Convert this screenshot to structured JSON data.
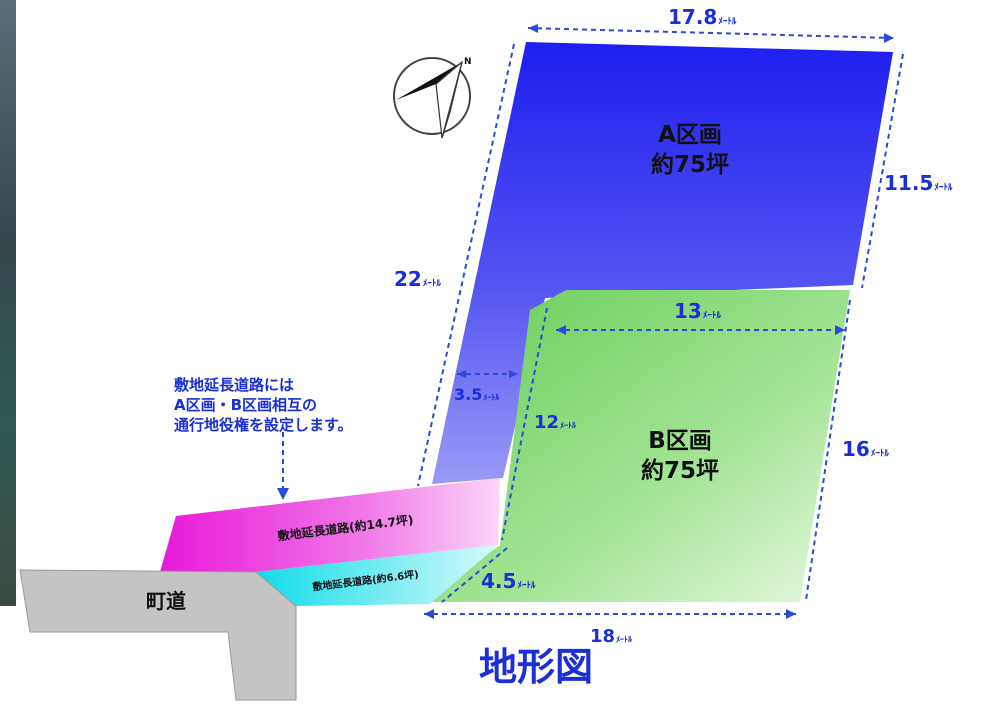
{
  "plots": {
    "a": {
      "name": "A区画",
      "area": "約75坪"
    },
    "b": {
      "name": "B区画",
      "area": "約75坪"
    },
    "road_ext_upper": "敷地延長道路(約14.7坪)",
    "road_ext_lower": "敷地延長道路(約6.6坪)",
    "town_road": "町道"
  },
  "dimensions": {
    "a_top": "17.8",
    "a_right": "11.5",
    "a_left": "22",
    "b_top": "13",
    "b_right": "16",
    "b_left": "12",
    "gap": "3.5",
    "corner": "4.5",
    "bottom": "18",
    "unit": "ﾒｰﾄﾙ"
  },
  "note": {
    "line1": "敷地延長道路には",
    "line2": "A区画・B区画相互の",
    "line3": "通行地役権を設定します。"
  },
  "title": "地形図",
  "colors": {
    "plot_a": "#3b3bf0",
    "plot_b": "#7ed86b",
    "road_upper": "#ee3ee0",
    "road_lower": "#33e6ee",
    "town_road": "#c4c4c4",
    "label_blue": "#1a2fd6",
    "dim_line": "#2a4ad8"
  },
  "compass": {
    "north": "N",
    "icon": "compass-north-arrow-icon"
  }
}
